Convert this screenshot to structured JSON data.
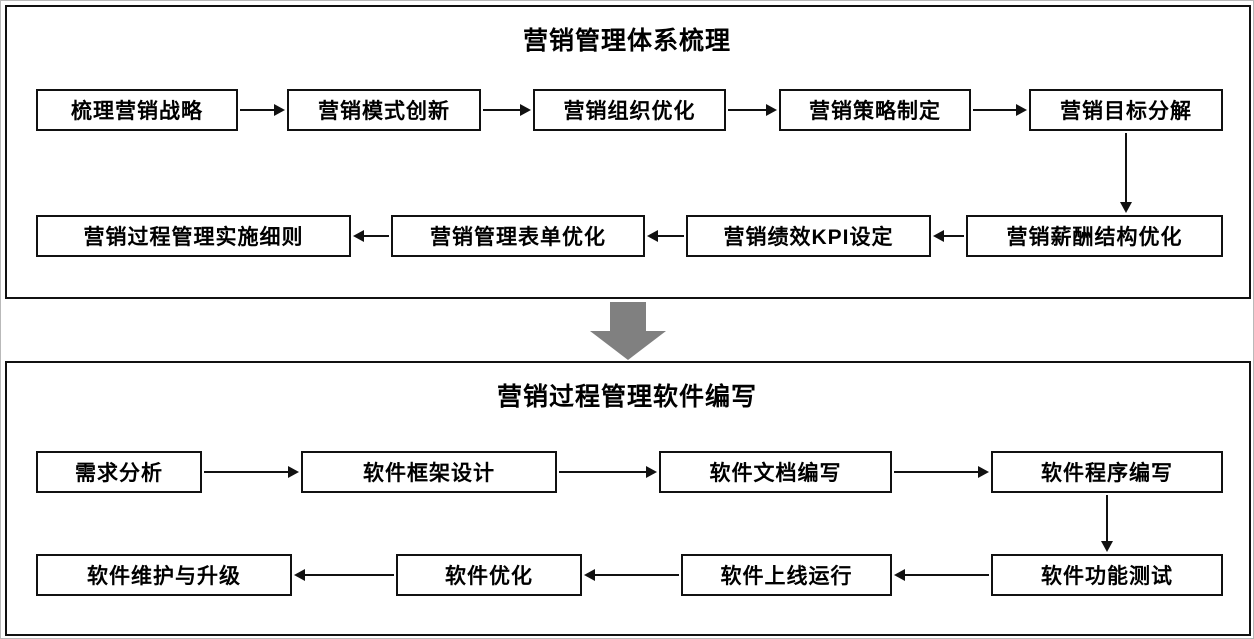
{
  "colors": {
    "node_border": "#111111",
    "big_arrow": "#808080",
    "background": "#ffffff"
  },
  "sections": {
    "top": {
      "title": "营销管理体系梳理",
      "row1": [
        "梳理营销战略",
        "营销模式创新",
        "营销组织优化",
        "营销策略制定",
        "营销目标分解"
      ],
      "row2": [
        "营销过程管理实施细则",
        "营销管理表单优化",
        "营销绩效KPI设定",
        "营销薪酬结构优化"
      ],
      "flow_row1": "left-to-right",
      "flow_row2": "right-to-left"
    },
    "bottom": {
      "title": "营销过程管理软件编写",
      "row1": [
        "需求分析",
        "软件框架设计",
        "软件文档编写",
        "软件程序编写"
      ],
      "row2": [
        "软件维护与升级",
        "软件优化",
        "软件上线运行",
        "软件功能测试"
      ],
      "flow_row1": "left-to-right",
      "flow_row2": "right-to-left"
    }
  }
}
